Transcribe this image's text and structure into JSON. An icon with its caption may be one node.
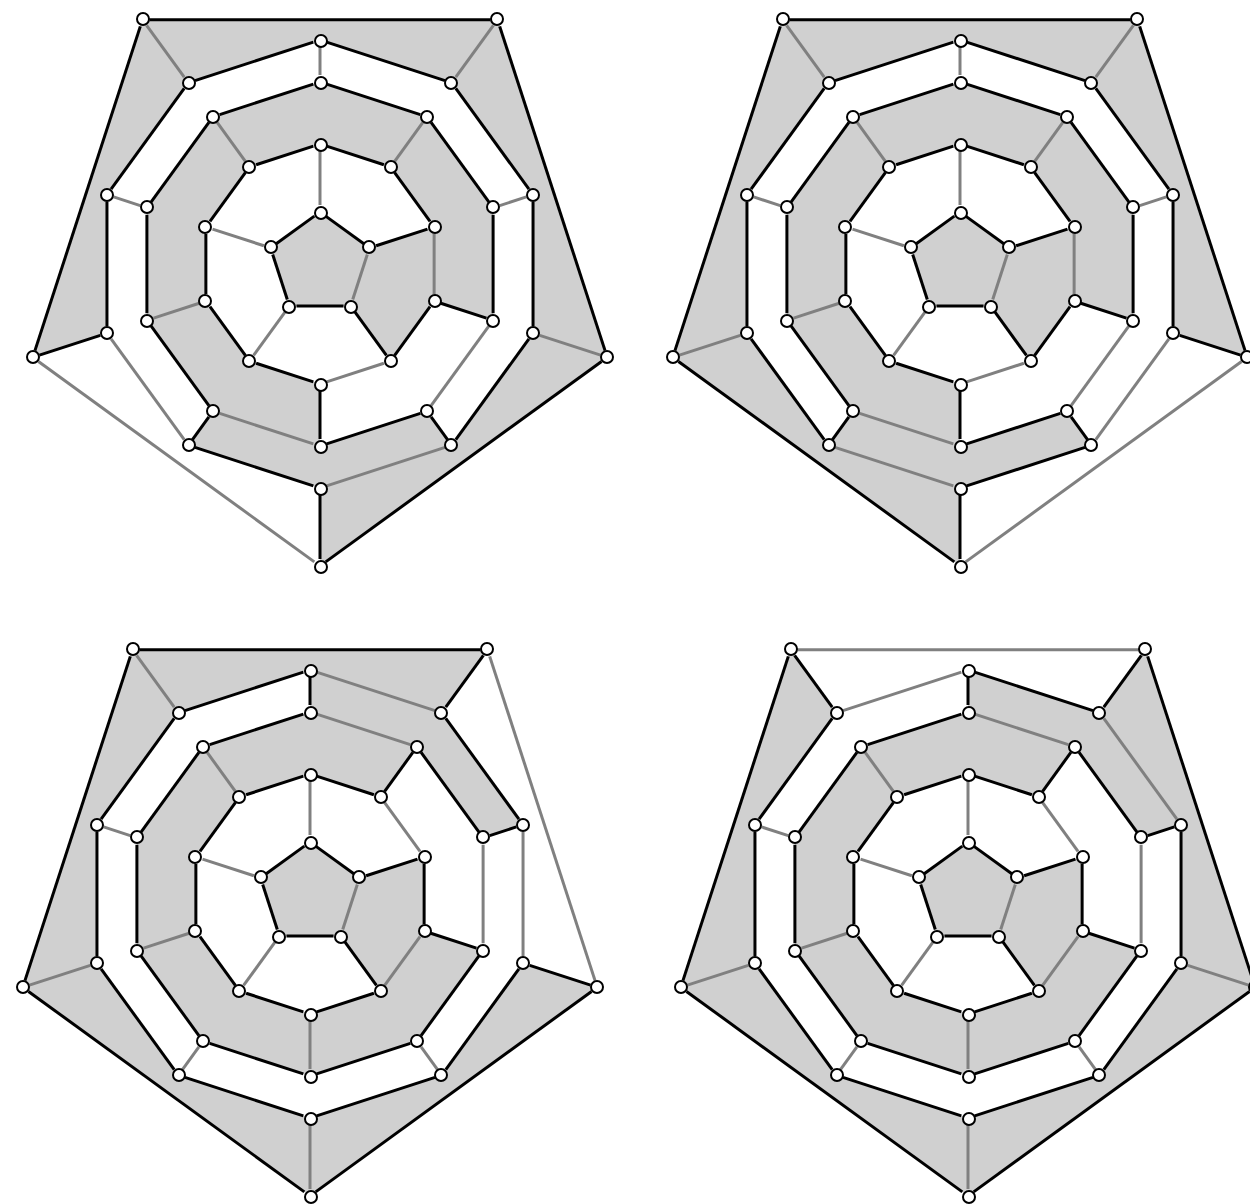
{
  "diagram": {
    "nodes": [
      {
        "text": [],
        "shape": "circle"
      },
      {
        "text": [],
        "shape": "circle"
      },
      {
        "text": [],
        "shape": "circle"
      },
      {
        "text": [],
        "shape": "circle"
      },
      {
        "text": [],
        "shape": "circle"
      },
      {
        "text": [],
        "shape": "circle"
      },
      {
        "text": [],
        "shape": "circle"
      },
      {
        "text": [],
        "shape": "circle"
      },
      {
        "text": [],
        "shape": "circle"
      },
      {
        "text": [],
        "shape": "circle"
      },
      {
        "text": [],
        "shape": "circle"
      },
      {
        "text": [],
        "shape": "circle"
      },
      {
        "text": [],
        "shape": "circle"
      },
      {
        "text": [],
        "shape": "circle"
      },
      {
        "text": [],
        "shape": "circle"
      },
      {
        "text": [],
        "shape": "circle"
      },
      {
        "text": [],
        "shape": "circle"
      },
      {
        "text": [],
        "shape": "circle"
      },
      {
        "text": [],
        "shape": "circle"
      },
      {
        "text": [],
        "shape": "circle"
      },
      {
        "text": [],
        "shape": "circle"
      },
      {
        "text": [],
        "shape": "circle"
      },
      {
        "text": [],
        "shape": "circle"
      },
      {
        "text": [],
        "shape": "circle"
      },
      {
        "text": [],
        "shape": "circle"
      },
      {
        "text": [],
        "shape": "circle"
      },
      {
        "text": [],
        "shape": "circle"
      },
      {
        "text": [],
        "shape": "circle"
      },
      {
        "text": [],
        "shape": "circle"
      },
      {
        "text": [],
        "shape": "circle"
      },
      {
        "text": [],
        "shape": "circle"
      },
      {
        "text": [],
        "shape": "circle"
      },
      {
        "text": [],
        "shape": "circle"
      },
      {
        "text": [],
        "shape": "circle"
      },
      {
        "text": [],
        "shape": "circle"
      },
      {
        "text": [],
        "shape": "circle"
      },
      {
        "text": [],
        "shape": "circle"
      },
      {
        "text": [],
        "shape": "circle"
      },
      {
        "text": [],
        "shape": "circle"
      },
      {
        "text": [],
        "shape": "circle"
      },
      {
        "text": [],
        "shape": "circle"
      },
      {
        "text": [],
        "shape": "circle"
      },
      {
        "text": [],
        "shape": "circle"
      },
      {
        "text": [],
        "shape": "circle"
      },
      {
        "text": [],
        "shape": "circle"
      },
      {
        "text": [],
        "shape": "circle"
      },
      {
        "text": [],
        "shape": "circle"
      },
      {
        "text": [],
        "shape": "circle"
      },
      {
        "text": [],
        "shape": "circle"
      },
      {
        "text": [],
        "shape": "circle"
      },
      {
        "text": [],
        "shape": "circle"
      },
      {
        "text": [],
        "shape": "circle"
      },
      {
        "text": [],
        "shape": "circle"
      },
      {
        "text": [],
        "shape": "circle"
      },
      {
        "text": [],
        "shape": "circle"
      },
      {
        "text": [],
        "shape": "circle"
      },
      {
        "text": [],
        "shape": "circle"
      },
      {
        "text": [],
        "shape": "circle"
      },
      {
        "text": [],
        "shape": "circle"
      },
      {
        "text": [],
        "shape": "circle"
      },
      {
        "text": [],
        "shape": "circle"
      },
      {
        "text": [],
        "shape": "circle"
      },
      {
        "text": [],
        "shape": "circle"
      },
      {
        "text": [],
        "shape": "circle"
      },
      {
        "text": [],
        "shape": "circle"
      },
      {
        "text": [],
        "shape": "circle"
      },
      {
        "text": [],
        "shape": "circle"
      },
      {
        "text": [],
        "shape": "circle"
      },
      {
        "text": [],
        "shape": "circle"
      },
      {
        "text": [],
        "shape": "circle"
      },
      {
        "text": [],
        "shape": "circle"
      },
      {
        "text": [],
        "shape": "circle"
      },
      {
        "text": [],
        "shape": "circle"
      },
      {
        "text": [],
        "shape": "circle"
      },
      {
        "text": [],
        "shape": "circle"
      },
      {
        "text": [],
        "shape": "circle"
      },
      {
        "text": [],
        "shape": "circle"
      },
      {
        "text": [],
        "shape": "circle"
      },
      {
        "text": [],
        "shape": "circle"
      },
      {
        "text": [],
        "shape": "circle"
      },
      {
        "text": [],
        "shape": "circle"
      },
      {
        "text": [],
        "shape": "circle"
      },
      {
        "text": [],
        "shape": "circle"
      },
      {
        "text": [],
        "shape": "circle"
      },
      {
        "text": [],
        "shape": "circle"
      },
      {
        "text": [],
        "shape": "circle"
      },
      {
        "text": [],
        "shape": "circle"
      },
      {
        "text": [],
        "shape": "circle"
      },
      {
        "text": [],
        "shape": "circle"
      },
      {
        "text": [],
        "shape": "circle"
      },
      {
        "text": [],
        "shape": "circle"
      },
      {
        "text": [],
        "shape": "circle"
      },
      {
        "text": [],
        "shape": "circle"
      },
      {
        "text": [],
        "shape": "circle"
      },
      {
        "text": [],
        "shape": "circle"
      },
      {
        "text": [],
        "shape": "circle"
      },
      {
        "text": [],
        "shape": "circle"
      },
      {
        "text": [],
        "shape": "circle"
      },
      {
        "text": [],
        "shape": "circle"
      },
      {
        "text": [],
        "shape": "circle"
      },
      {
        "text": [],
        "shape": "circle"
      },
      {
        "text": [],
        "shape": "circle"
      },
      {
        "text": [],
        "shape": "circle"
      },
      {
        "text": [],
        "shape": "circle"
      },
      {
        "text": [],
        "shape": "circle"
      },
      {
        "text": [],
        "shape": "circle"
      },
      {
        "text": [],
        "shape": "circle"
      },
      {
        "text": [],
        "shape": "circle"
      },
      {
        "text": [],
        "shape": "circle"
      },
      {
        "text": [],
        "shape": "circle"
      },
      {
        "text": [],
        "shape": "circle"
      },
      {
        "text": [],
        "shape": "circle"
      },
      {
        "text": [],
        "shape": "circle"
      },
      {
        "text": [],
        "shape": "circle"
      },
      {
        "text": [],
        "shape": "circle"
      },
      {
        "text": [],
        "shape": "circle"
      },
      {
        "text": [],
        "shape": "circle"
      },
      {
        "text": [],
        "shape": "circle"
      },
      {
        "text": [],
        "shape": "circle"
      },
      {
        "text": [],
        "shape": "circle"
      },
      {
        "text": [],
        "shape": "circle"
      },
      {
        "text": [],
        "shape": "circle"
      },
      {
        "text": [],
        "shape": "circle"
      },
      {
        "text": [],
        "shape": "circle"
      },
      {
        "text": [],
        "shape": "circle"
      },
      {
        "text": [],
        "shape": "circle"
      },
      {
        "text": [],
        "shape": "circle"
      },
      {
        "text": [],
        "shape": "circle"
      },
      {
        "text": [],
        "shape": "circle"
      },
      {
        "text": [],
        "shape": "circle"
      },
      {
        "text": [],
        "shape": "circle"
      },
      {
        "text": [],
        "shape": "circle"
      },
      {
        "text": [],
        "shape": "circle"
      },
      {
        "text": [],
        "shape": "circle"
      },
      {
        "text": [],
        "shape": "circle"
      },
      {
        "text": [],
        "shape": "circle"
      },
      {
        "text": [],
        "shape": "circle"
      },
      {
        "text": [],
        "shape": "circle"
      },
      {
        "text": [],
        "shape": "circle"
      },
      {
        "text": [],
        "shape": "circle"
      },
      {
        "text": [],
        "shape": "circle"
      },
      {
        "text": [],
        "shape": "circle"
      },
      {
        "text": [],
        "shape": "circle"
      },
      {
        "text": [],
        "shape": "circle"
      },
      {
        "text": [],
        "shape": "circle"
      },
      {
        "text": [],
        "shape": "circle"
      },
      {
        "text": [],
        "shape": "circle"
      },
      {
        "text": [],
        "shape": "circle"
      },
      {
        "text": [],
        "shape": "circle"
      },
      {
        "text": [],
        "shape": "circle"
      },
      {
        "text": [],
        "shape": "circle"
      },
      {
        "text": [],
        "shape": "circle"
      },
      {
        "text": [],
        "shape": "circle"
      },
      {
        "text": [],
        "shape": "circle"
      },
      {
        "text": [],
        "shape": "circle"
      },
      {
        "text": [],
        "shape": "circle"
      },
      {
        "text": [],
        "shape": "circle"
      },
      {
        "text": [],
        "shape": "circle"
      },
      {
        "text": [],
        "shape": "circle"
      },
      {
        "text": [],
        "shape": "circle"
      }
    ],
    "edges": [
      {
        "from": 0,
        "to": 1,
        "arrow": "none"
      },
      {
        "from": 1,
        "to": 2,
        "arrow": "none",
        "color": "#808080"
      },
      {
        "from": 2,
        "to": 3,
        "arrow": "none"
      },
      {
        "from": 3,
        "to": 4,
        "arrow": "none"
      },
      {
        "from": 4,
        "to": 0,
        "arrow": "none"
      },
      {
        "from": 0,
        "to": 5,
        "arrow": "none",
        "color": "#808080"
      },
      {
        "from": 1,
        "to": 7,
        "arrow": "none"
      },
      {
        "from": 2,
        "to": 9,
        "arrow": "none"
      },
      {
        "from": 3,
        "to": 11,
        "arrow": "none",
        "color": "#808080"
      },
      {
        "from": 4,
        "to": 13,
        "arrow": "none",
        "color": "#808080"
      },
      {
        "from": 5,
        "to": 6,
        "arrow": "none"
      },
      {
        "from": 6,
        "to": 7,
        "arrow": "none"
      },
      {
        "from": 7,
        "to": 8,
        "arrow": "none",
        "color": "#808080"
      },
      {
        "from": 8,
        "to": 9,
        "arrow": "none"
      },
      {
        "from": 9,
        "to": 10,
        "arrow": "none",
        "color": "#808080"
      },
      {
        "from": 10,
        "to": 11,
        "arrow": "none"
      },
      {
        "from": 11,
        "to": 12,
        "arrow": "none"
      },
      {
        "from": 12,
        "to": 13,
        "arrow": "none"
      },
      {
        "from": 13,
        "to": 14,
        "arrow": "none"
      },
      {
        "from": 14,
        "to": 5,
        "arrow": "none"
      },
      {
        "from": 6,
        "to": 16,
        "arrow": "none",
        "color": "#808080"
      },
      {
        "from": 8,
        "to": 18,
        "arrow": "none"
      },
      {
        "from": 10,
        "to": 20,
        "arrow": "none"
      },
      {
        "from": 12,
        "to": 22,
        "arrow": "none",
        "color": "#808080"
      },
      {
        "from": 14,
        "to": 24,
        "arrow": "none",
        "color": "#808080"
      },
      {
        "from": 15,
        "to": 16,
        "arrow": "none"
      },
      {
        "from": 16,
        "to": 17,
        "arrow": "none"
      },
      {
        "from": 17,
        "to": 18,
        "arrow": "none"
      },
      {
        "from": 18,
        "to": 19,
        "arrow": "none",
        "color": "#808080"
      },
      {
        "from": 19,
        "to": 20,
        "arrow": "none"
      },
      {
        "from": 20,
        "to": 21,
        "arrow": "none",
        "color": "#808080"
      },
      {
        "from": 21,
        "to": 22,
        "arrow": "none"
      },
      {
        "from": 22,
        "to": 23,
        "arrow": "none"
      },
      {
        "from": 23,
        "to": 24,
        "arrow": "none"
      },
      {
        "from": 24,
        "to": 15,
        "arrow": "none"
      },
      {
        "from": 15,
        "to": 25,
        "arrow": "none",
        "color": "#808080"
      },
      {
        "from": 17,
        "to": 27,
        "arrow": "none",
        "color": "#808080"
      },
      {
        "from": 19,
        "to": 29,
        "arrow": "none"
      },
      {
        "from": 21,
        "to": 31,
        "arrow": "none"
      },
      {
        "from": 23,
        "to": 33,
        "arrow": "none",
        "color": "#808080"
      },
      {
        "from": 25,
        "to": 26,
        "arrow": "none"
      },
      {
        "from": 26,
        "to": 27,
        "arrow": "none"
      },
      {
        "from": 27,
        "to": 28,
        "arrow": "none"
      },
      {
        "from": 28,
        "to": 29,
        "arrow": "none"
      },
      {
        "from": 29,
        "to": 30,
        "arrow": "none",
        "color": "#808080"
      },
      {
        "from": 30,
        "to": 31,
        "arrow": "none"
      },
      {
        "from": 31,
        "to": 32,
        "arrow": "none",
        "color": "#808080"
      },
      {
        "from": 32,
        "to": 33,
        "arrow": "none"
      },
      {
        "from": 33,
        "to": 34,
        "arrow": "none"
      },
      {
        "from": 34,
        "to": 25,
        "arrow": "none"
      },
      {
        "from": 26,
        "to": 35,
        "arrow": "none",
        "color": "#808080"
      },
      {
        "from": 28,
        "to": 36,
        "arrow": "none",
        "color": "#808080"
      },
      {
        "from": 30,
        "to": 37,
        "arrow": "none"
      },
      {
        "from": 32,
        "to": 38,
        "arrow": "none"
      },
      {
        "from": 34,
        "to": 39,
        "arrow": "none",
        "color": "#808080"
      },
      {
        "from": 35,
        "to": 36,
        "arrow": "none"
      },
      {
        "from": 36,
        "to": 37,
        "arrow": "none"
      },
      {
        "from": 37,
        "to": 38,
        "arrow": "none",
        "color": "#808080"
      },
      {
        "from": 38,
        "to": 39,
        "arrow": "none"
      },
      {
        "from": 39,
        "to": 35,
        "arrow": "none"
      },
      {
        "from": 40,
        "to": 41,
        "arrow": "none"
      },
      {
        "from": 41,
        "to": 42,
        "arrow": "none",
        "color": "#808080"
      },
      {
        "from": 42,
        "to": 43,
        "arrow": "none"
      },
      {
        "from": 43,
        "to": 44,
        "arrow": "none"
      },
      {
        "from": 44,
        "to": 40,
        "arrow": "none"
      },
      {
        "from": 40,
        "to": 45,
        "arrow": "none",
        "color": "#808080"
      },
      {
        "from": 41,
        "to": 47,
        "arrow": "none"
      },
      {
        "from": 42,
        "to": 49,
        "arrow": "none"
      },
      {
        "from": 43,
        "to": 51,
        "arrow": "none",
        "color": "#808080"
      },
      {
        "from": 44,
        "to": 53,
        "arrow": "none",
        "color": "#808080"
      },
      {
        "from": 45,
        "to": 46,
        "arrow": "none"
      },
      {
        "from": 46,
        "to": 47,
        "arrow": "none"
      },
      {
        "from": 47,
        "to": 48,
        "arrow": "none",
        "color": "#808080"
      },
      {
        "from": 48,
        "to": 49,
        "arrow": "none"
      },
      {
        "from": 49,
        "to": 50,
        "arrow": "none",
        "color": "#808080"
      },
      {
        "from": 50,
        "to": 51,
        "arrow": "none"
      },
      {
        "from": 51,
        "to": 52,
        "arrow": "none"
      },
      {
        "from": 52,
        "to": 53,
        "arrow": "none"
      },
      {
        "from": 53,
        "to": 54,
        "arrow": "none"
      },
      {
        "from": 54,
        "to": 45,
        "arrow": "none"
      },
      {
        "from": 46,
        "to": 56,
        "arrow": "none",
        "color": "#808080"
      },
      {
        "from": 48,
        "to": 58,
        "arrow": "none"
      },
      {
        "from": 50,
        "to": 60,
        "arrow": "none"
      },
      {
        "from": 52,
        "to": 62,
        "arrow": "none",
        "color": "#808080"
      },
      {
        "from": 54,
        "to": 64,
        "arrow": "none",
        "color": "#808080"
      },
      {
        "from": 55,
        "to": 56,
        "arrow": "none"
      },
      {
        "from": 56,
        "to": 57,
        "arrow": "none"
      },
      {
        "from": 57,
        "to": 58,
        "arrow": "none"
      },
      {
        "from": 58,
        "to": 59,
        "arrow": "none",
        "color": "#808080"
      },
      {
        "from": 59,
        "to": 60,
        "arrow": "none"
      },
      {
        "from": 60,
        "to": 61,
        "arrow": "none",
        "color": "#808080"
      },
      {
        "from": 61,
        "to": 62,
        "arrow": "none"
      },
      {
        "from": 62,
        "to": 63,
        "arrow": "none"
      },
      {
        "from": 63,
        "to": 64,
        "arrow": "none"
      },
      {
        "from": 64,
        "to": 55,
        "arrow": "none"
      },
      {
        "from": 55,
        "to": 65,
        "arrow": "none",
        "color": "#808080"
      },
      {
        "from": 57,
        "to": 67,
        "arrow": "none",
        "color": "#808080"
      },
      {
        "from": 59,
        "to": 69,
        "arrow": "none"
      },
      {
        "from": 61,
        "to": 71,
        "arrow": "none"
      },
      {
        "from": 63,
        "to": 73,
        "arrow": "none",
        "color": "#808080"
      },
      {
        "from": 65,
        "to": 66,
        "arrow": "none"
      },
      {
        "from": 66,
        "to": 67,
        "arrow": "none"
      },
      {
        "from": 67,
        "to": 68,
        "arrow": "none"
      },
      {
        "from": 68,
        "to": 69,
        "arrow": "none",
        "color": "#808080"
      },
      {
        "from": 69,
        "to": 70,
        "arrow": "none"
      },
      {
        "from": 70,
        "to": 71,
        "arrow": "none",
        "color": "#808080"
      },
      {
        "from": 71,
        "to": 72,
        "arrow": "none"
      },
      {
        "from": 72,
        "to": 73,
        "arrow": "none"
      },
      {
        "from": 73,
        "to": 74,
        "arrow": "none"
      },
      {
        "from": 74,
        "to": 65,
        "arrow": "none"
      },
      {
        "from": 66,
        "to": 75,
        "arrow": "none",
        "color": "#808080"
      },
      {
        "from": 68,
        "to": 76,
        "arrow": "none"
      },
      {
        "from": 70,
        "to": 77,
        "arrow": "none"
      },
      {
        "from": 72,
        "to": 78,
        "arrow": "none",
        "color": "#808080"
      },
      {
        "from": 74,
        "to": 79,
        "arrow": "none",
        "color": "#808080"
      },
      {
        "from": 75,
        "to": 76,
        "arrow": "none"
      },
      {
        "from": 76,
        "to": 77,
        "arrow": "none",
        "color": "#808080"
      },
      {
        "from": 77,
        "to": 78,
        "arrow": "none"
      },
      {
        "from": 78,
        "to": 79,
        "arrow": "none"
      },
      {
        "from": 79,
        "to": 75,
        "arrow": "none"
      },
      {
        "from": 80,
        "to": 81,
        "arrow": "none"
      },
      {
        "from": 81,
        "to": 82,
        "arrow": "none",
        "color": "#808080"
      },
      {
        "from": 82,
        "to": 83,
        "arrow": "none"
      },
      {
        "from": 83,
        "to": 84,
        "arrow": "none"
      },
      {
        "from": 84,
        "to": 80,
        "arrow": "none"
      },
      {
        "from": 80,
        "to": 85,
        "arrow": "none",
        "color": "#808080"
      },
      {
        "from": 81,
        "to": 87,
        "arrow": "none"
      },
      {
        "from": 82,
        "to": 89,
        "arrow": "none"
      },
      {
        "from": 83,
        "to": 91,
        "arrow": "none",
        "color": "#808080"
      },
      {
        "from": 84,
        "to": 93,
        "arrow": "none",
        "color": "#808080"
      },
      {
        "from": 85,
        "to": 86,
        "arrow": "none"
      },
      {
        "from": 86,
        "to": 87,
        "arrow": "none",
        "color": "#808080"
      },
      {
        "from": 87,
        "to": 88,
        "arrow": "none"
      },
      {
        "from": 88,
        "to": 89,
        "arrow": "none",
        "color": "#808080"
      },
      {
        "from": 89,
        "to": 90,
        "arrow": "none"
      },
      {
        "from": 90,
        "to": 91,
        "arrow": "none"
      },
      {
        "from": 91,
        "to": 92,
        "arrow": "none"
      },
      {
        "from": 92,
        "to": 93,
        "arrow": "none"
      },
      {
        "from": 93,
        "to": 94,
        "arrow": "none"
      },
      {
        "from": 94,
        "to": 85,
        "arrow": "none"
      },
      {
        "from": 86,
        "to": 96,
        "arrow": "none"
      },
      {
        "from": 88,
        "to": 98,
        "arrow": "none"
      },
      {
        "from": 90,
        "to": 100,
        "arrow": "none",
        "color": "#808080"
      },
      {
        "from": 92,
        "to": 102,
        "arrow": "none",
        "color": "#808080"
      },
      {
        "from": 94,
        "to": 104,
        "arrow": "none",
        "color": "#808080"
      },
      {
        "from": 95,
        "to": 96,
        "arrow": "none",
        "color": "#808080"
      },
      {
        "from": 96,
        "to": 97,
        "arrow": "none"
      },
      {
        "from": 97,
        "to": 98,
        "arrow": "none",
        "color": "#808080"
      },
      {
        "from": 98,
        "to": 99,
        "arrow": "none"
      },
      {
        "from": 99,
        "to": 100,
        "arrow": "none"
      },
      {
        "from": 100,
        "to": 101,
        "arrow": "none"
      },
      {
        "from": 101,
        "to": 102,
        "arrow": "none"
      },
      {
        "from": 102,
        "to": 103,
        "arrow": "none"
      },
      {
        "from": 103,
        "to": 104,
        "arrow": "none"
      },
      {
        "from": 104,
        "to": 95,
        "arrow": "none"
      },
      {
        "from": 95,
        "to": 105,
        "arrow": "none"
      },
      {
        "from": 97,
        "to": 107,
        "arrow": "none"
      },
      {
        "from": 99,
        "to": 109,
        "arrow": "none",
        "color": "#808080"
      },
      {
        "from": 101,
        "to": 111,
        "arrow": "none",
        "color": "#808080"
      },
      {
        "from": 103,
        "to": 113,
        "arrow": "none",
        "color": "#808080"
      },
      {
        "from": 105,
        "to": 106,
        "arrow": "none",
        "color": "#808080"
      },
      {
        "from": 106,
        "to": 107,
        "arrow": "none"
      },
      {
        "from": 107,
        "to": 108,
        "arrow": "none",
        "color": "#808080"
      },
      {
        "from": 108,
        "to": 109,
        "arrow": "none"
      },
      {
        "from": 109,
        "to": 110,
        "arrow": "none"
      },
      {
        "from": 110,
        "to": 111,
        "arrow": "none"
      },
      {
        "from": 111,
        "to": 112,
        "arrow": "none"
      },
      {
        "from": 112,
        "to": 113,
        "arrow": "none"
      },
      {
        "from": 113,
        "to": 114,
        "arrow": "none"
      },
      {
        "from": 114,
        "to": 105,
        "arrow": "none"
      },
      {
        "from": 106,
        "to": 115,
        "arrow": "none"
      },
      {
        "from": 108,
        "to": 116,
        "arrow": "none"
      },
      {
        "from": 110,
        "to": 117,
        "arrow": "none",
        "color": "#808080"
      },
      {
        "from": 112,
        "to": 118,
        "arrow": "none",
        "color": "#808080"
      },
      {
        "from": 114,
        "to": 119,
        "arrow": "none",
        "color": "#808080"
      },
      {
        "from": 115,
        "to": 116,
        "arrow": "none",
        "color": "#808080"
      },
      {
        "from": 116,
        "to": 117,
        "arrow": "none"
      },
      {
        "from": 117,
        "to": 118,
        "arrow": "none"
      },
      {
        "from": 118,
        "to": 119,
        "arrow": "none"
      },
      {
        "from": 119,
        "to": 115,
        "arrow": "none"
      },
      {
        "from": 120,
        "to": 121,
        "arrow": "none"
      },
      {
        "from": 121,
        "to": 122,
        "arrow": "none",
        "color": "#808080"
      },
      {
        "from": 122,
        "to": 123,
        "arrow": "none"
      },
      {
        "from": 123,
        "to": 124,
        "arrow": "none"
      },
      {
        "from": 124,
        "to": 120,
        "arrow": "none"
      },
      {
        "from": 120,
        "to": 125,
        "arrow": "none",
        "color": "#808080"
      },
      {
        "from": 121,
        "to": 127,
        "arrow": "none"
      },
      {
        "from": 122,
        "to": 129,
        "arrow": "none"
      },
      {
        "from": 123,
        "to": 131,
        "arrow": "none",
        "color": "#808080"
      },
      {
        "from": 124,
        "to": 133,
        "arrow": "none",
        "color": "#808080"
      },
      {
        "from": 125,
        "to": 126,
        "arrow": "none"
      },
      {
        "from": 126,
        "to": 127,
        "arrow": "none",
        "color": "#808080"
      },
      {
        "from": 127,
        "to": 128,
        "arrow": "none"
      },
      {
        "from": 128,
        "to": 129,
        "arrow": "none",
        "color": "#808080"
      },
      {
        "from": 129,
        "to": 130,
        "arrow": "none"
      },
      {
        "from": 130,
        "to": 131,
        "arrow": "none"
      },
      {
        "from": 131,
        "to": 132,
        "arrow": "none"
      },
      {
        "from": 132,
        "to": 133,
        "arrow": "none"
      },
      {
        "from": 133,
        "to": 134,
        "arrow": "none"
      },
      {
        "from": 134,
        "to": 125,
        "arrow": "none"
      },
      {
        "from": 126,
        "to": 136,
        "arrow": "none"
      },
      {
        "from": 128,
        "to": 138,
        "arrow": "none"
      },
      {
        "from": 130,
        "to": 140,
        "arrow": "none",
        "color": "#808080"
      },
      {
        "from": 132,
        "to": 142,
        "arrow": "none",
        "color": "#808080"
      },
      {
        "from": 134,
        "to": 144,
        "arrow": "none",
        "color": "#808080"
      },
      {
        "from": 135,
        "to": 136,
        "arrow": "none",
        "color": "#808080"
      },
      {
        "from": 136,
        "to": 137,
        "arrow": "none"
      },
      {
        "from": 137,
        "to": 138,
        "arrow": "none",
        "color": "#808080"
      },
      {
        "from": 138,
        "to": 139,
        "arrow": "none"
      },
      {
        "from": 139,
        "to": 140,
        "arrow": "none"
      },
      {
        "from": 140,
        "to": 141,
        "arrow": "none"
      },
      {
        "from": 141,
        "to": 142,
        "arrow": "none"
      },
      {
        "from": 142,
        "to": 143,
        "arrow": "none"
      },
      {
        "from": 143,
        "to": 144,
        "arrow": "none"
      },
      {
        "from": 144,
        "to": 135,
        "arrow": "none"
      },
      {
        "from": 135,
        "to": 145,
        "arrow": "none"
      },
      {
        "from": 137,
        "to": 147,
        "arrow": "none"
      },
      {
        "from": 139,
        "to": 149,
        "arrow": "none",
        "color": "#808080"
      },
      {
        "from": 141,
        "to": 151,
        "arrow": "none",
        "color": "#808080"
      },
      {
        "from": 143,
        "to": 153,
        "arrow": "none",
        "color": "#808080"
      },
      {
        "from": 145,
        "to": 146,
        "arrow": "none"
      },
      {
        "from": 146,
        "to": 147,
        "arrow": "none",
        "color": "#808080"
      },
      {
        "from": 147,
        "to": 148,
        "arrow": "none"
      },
      {
        "from": 148,
        "to": 149,
        "arrow": "none"
      },
      {
        "from": 149,
        "to": 150,
        "arrow": "none"
      },
      {
        "from": 150,
        "to": 151,
        "arrow": "none"
      },
      {
        "from": 151,
        "to": 152,
        "arrow": "none"
      },
      {
        "from": 152,
        "to": 153,
        "arrow": "none"
      },
      {
        "from": 153,
        "to": 154,
        "arrow": "none"
      },
      {
        "from": 154,
        "to": 145,
        "arrow": "none",
        "color": "#808080"
      },
      {
        "from": 146,
        "to": 155,
        "arrow": "none"
      },
      {
        "from": 148,
        "to": 156,
        "arrow": "none",
        "color": "#808080"
      },
      {
        "from": 150,
        "to": 157,
        "arrow": "none",
        "color": "#808080"
      },
      {
        "from": 152,
        "to": 158,
        "arrow": "none",
        "color": "#808080"
      },
      {
        "from": 154,
        "to": 159,
        "arrow": "none"
      },
      {
        "from": 155,
        "to": 156,
        "arrow": "none"
      },
      {
        "from": 156,
        "to": 157,
        "arrow": "none"
      },
      {
        "from": 157,
        "to": 158,
        "arrow": "none"
      },
      {
        "from": 158,
        "to": 159,
        "arrow": "none"
      },
      {
        "from": 159,
        "to": 155,
        "arrow": "none",
        "color": "#808080"
      }
    ]
  }
}
